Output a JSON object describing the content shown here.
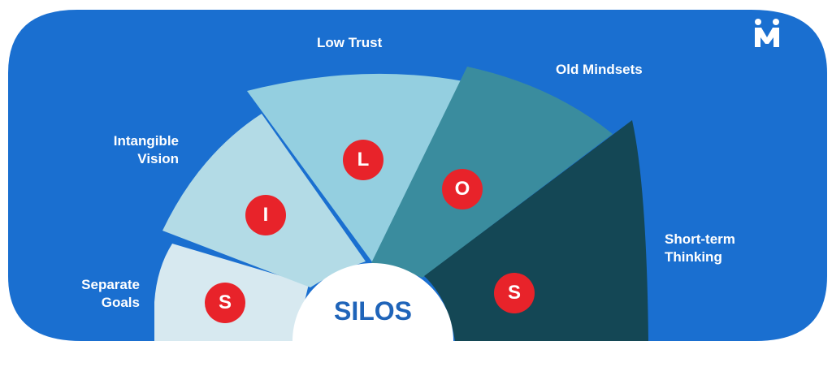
{
  "diagram": {
    "center_label": "SILOS",
    "segments": [
      {
        "letter": "S",
        "label": "Separate\nGoals",
        "color": "#d7e9f0"
      },
      {
        "letter": "I",
        "label": "Intangible\nVision",
        "color": "#b3dbe6"
      },
      {
        "letter": "L",
        "label": "Low Trust",
        "color": "#94cfe0"
      },
      {
        "letter": "O",
        "label": "Old Mindsets",
        "color": "#3a8c9e"
      },
      {
        "letter": "S",
        "label": "Short-term\nThinking",
        "color": "#144755"
      }
    ]
  },
  "colors": {
    "background": "#1a6fd0",
    "accent_red": "#e8232a",
    "center_text": "#1f64b9"
  },
  "logo": {
    "icon": "brand-logo-icon"
  }
}
